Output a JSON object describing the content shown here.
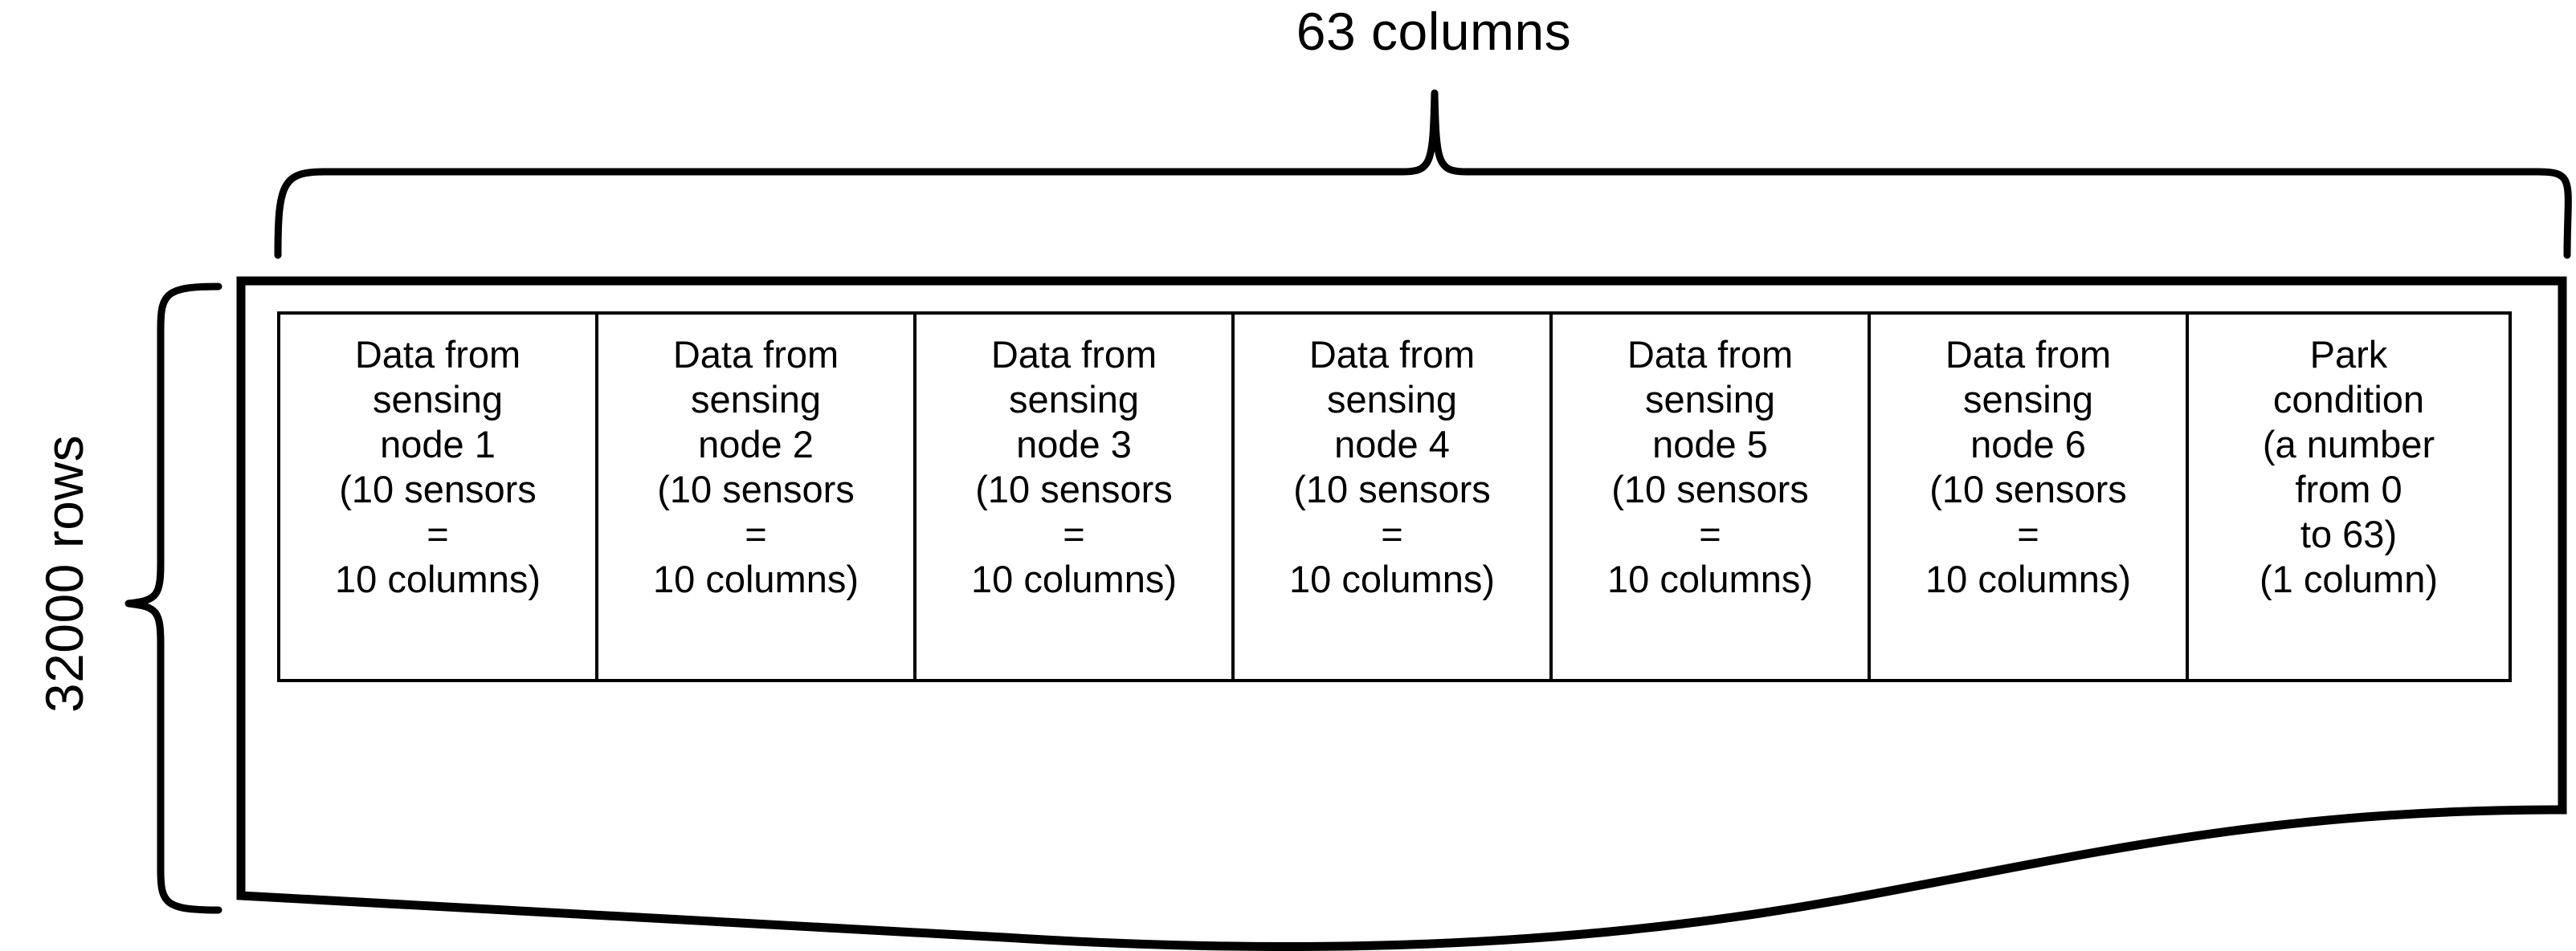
{
  "diagram": {
    "title": "63 columns",
    "row_label": "32000 rows",
    "top_brace": {
      "name": "column-count-brace",
      "direction": "down"
    },
    "left_brace": {
      "name": "row-count-brace",
      "direction": "right"
    },
    "dataset_box": {
      "name": "dataset-table-outline",
      "bottom_edge": "wavy"
    },
    "columns": [
      {
        "id": "sensing-node-1",
        "lines": [
          "Data from",
          "sensing",
          "node 1",
          "(10 sensors",
          "=",
          "10 columns)"
        ]
      },
      {
        "id": "sensing-node-2",
        "lines": [
          "Data from",
          "sensing",
          "node 2",
          "(10 sensors",
          "=",
          "10 columns)"
        ]
      },
      {
        "id": "sensing-node-3",
        "lines": [
          "Data from",
          "sensing",
          "node 3",
          "(10 sensors",
          "=",
          "10 columns)"
        ]
      },
      {
        "id": "sensing-node-4",
        "lines": [
          "Data from",
          "sensing",
          "node 4",
          "(10 sensors",
          "=",
          "10 columns)"
        ]
      },
      {
        "id": "sensing-node-5",
        "lines": [
          "Data from",
          "sensing",
          "node 5",
          "(10 sensors",
          "=",
          "10 columns)"
        ]
      },
      {
        "id": "sensing-node-6",
        "lines": [
          "Data from",
          "sensing",
          "node 6",
          "(10 sensors",
          "=",
          "10 columns)"
        ]
      },
      {
        "id": "park-condition",
        "lines": [
          "Park",
          "condition",
          "(a number",
          "from 0",
          "to 63)",
          "(1 column)"
        ]
      }
    ],
    "colors": {
      "stroke": "#000000",
      "background": "#ffffff",
      "text": "#000000"
    }
  }
}
